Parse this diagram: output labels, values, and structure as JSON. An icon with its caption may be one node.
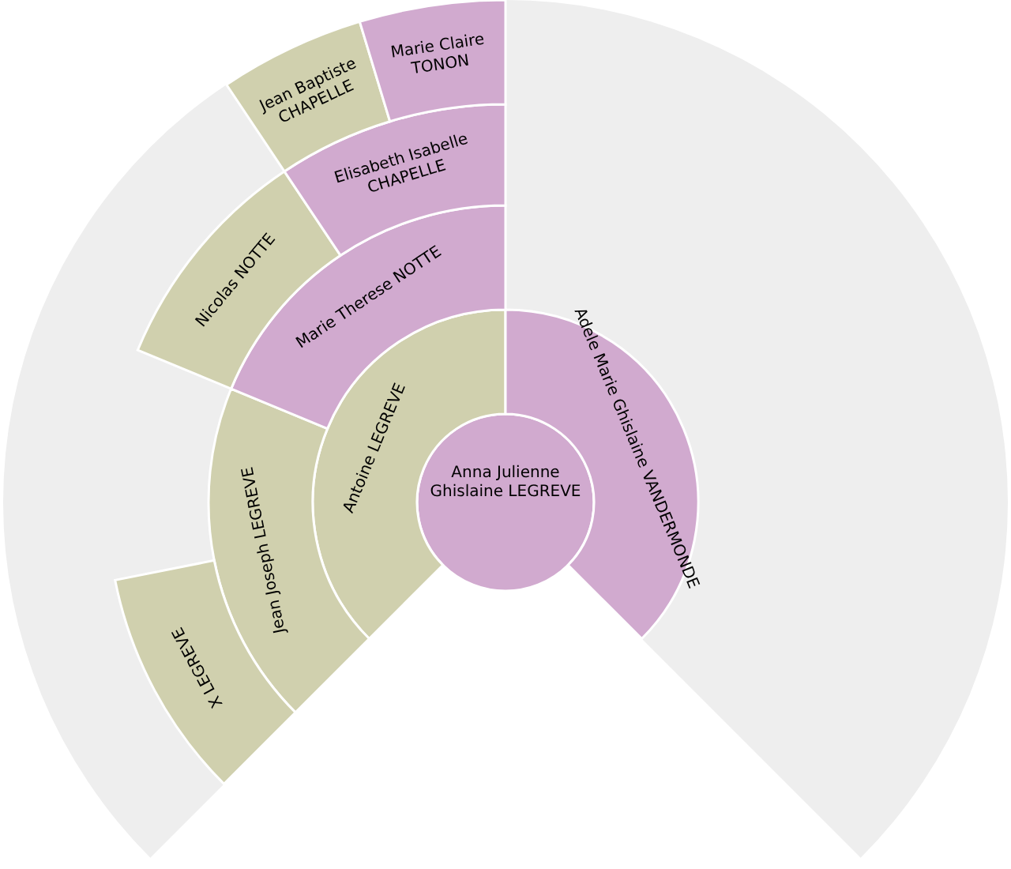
{
  "diagram": {
    "nodes": [
      {
        "text": [
          "Anna Julienne Ghislaine LEGREVE"
        ]
      },
      {
        "text": [
          "Antoine LEGREVE"
        ]
      },
      {
        "text": [
          "Adele Marie Ghislaine VANDERMONDE"
        ]
      },
      {
        "text": [
          "Jean Joseph LEGREVE"
        ]
      },
      {
        "text": [
          "Marie Therese NOTTE"
        ]
      },
      {
        "text": [
          "X LEGREVE"
        ]
      },
      {
        "text": [
          "Nicolas NOTTE"
        ]
      },
      {
        "text": [
          "Elisabeth Isabelle CHAPELLE"
        ]
      },
      {
        "text": [
          "Jean Baptiste CHAPELLE"
        ]
      },
      {
        "text": [
          "Marie Claire TONON"
        ]
      }
    ]
  }
}
